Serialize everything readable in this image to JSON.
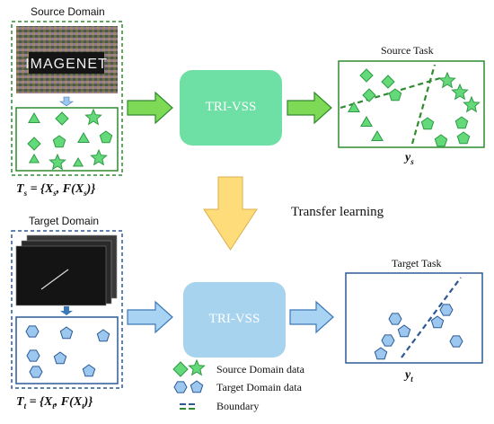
{
  "source_panel": {
    "title": "Source Domain",
    "dataset_logo": "IMAGENET",
    "formula": "T_s = {X_s, F(X_s)}"
  },
  "target_panel": {
    "title": "Target Domain",
    "formula": "T_t = {X_t, F(X_t)}"
  },
  "models": {
    "top_label": "TRI-VSS",
    "bottom_label": "TRI-VSS"
  },
  "transfer_label": "Transfer learning",
  "source_task": {
    "title": "Source Task",
    "output": "y_s"
  },
  "target_task": {
    "title": "Target Task",
    "output": "y_t"
  },
  "legend": {
    "source": "Source Domain data",
    "target": "Target Domain data",
    "boundary": "Boundary"
  },
  "colors": {
    "green_dark": "#2e8b2e",
    "green_fill": "#63d97a",
    "green_stroke": "#2f9a44",
    "teal_box": "#6fe0a5",
    "blue_box": "#a7d3ee",
    "blue_dark": "#2d5a96",
    "blue_fill": "#9cc7ee",
    "blue_arrow": "#a9d3f2",
    "yellow_arrow": "#ffdc7a"
  }
}
